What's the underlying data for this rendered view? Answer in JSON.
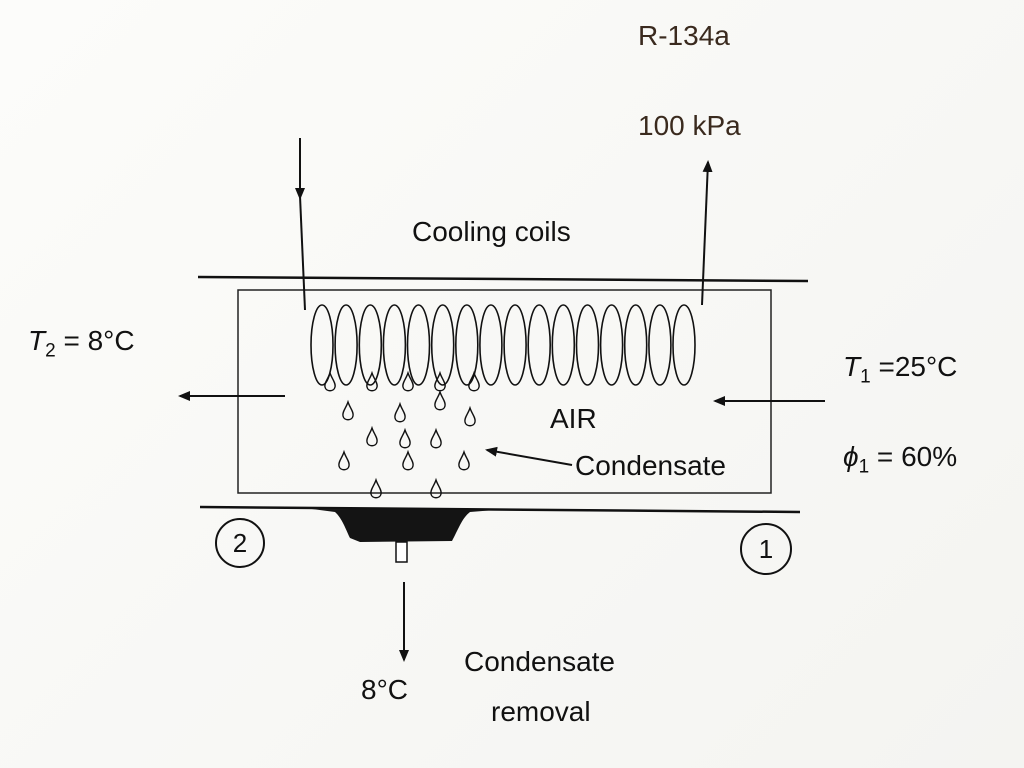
{
  "refrigerant": {
    "name": "R-134a",
    "pressure": "100 kPa"
  },
  "coil_label": "Cooling coils",
  "air_label": "AIR",
  "condensate_label": "Condensate",
  "outlet": {
    "state_number": "2",
    "temperature_symbol": "T",
    "temperature_subscript": "2",
    "temperature_value": " = 8°C"
  },
  "inlet": {
    "state_number": "1",
    "temperature_symbol": "T",
    "temperature_subscript": "1",
    "temperature_value": " =25°C",
    "humidity_symbol": "ϕ",
    "humidity_subscript": "1",
    "humidity_value": " = 60%"
  },
  "condensate_removal": {
    "temperature": "8°C",
    "label_line1": "Condensate",
    "label_line2": "removal"
  }
}
